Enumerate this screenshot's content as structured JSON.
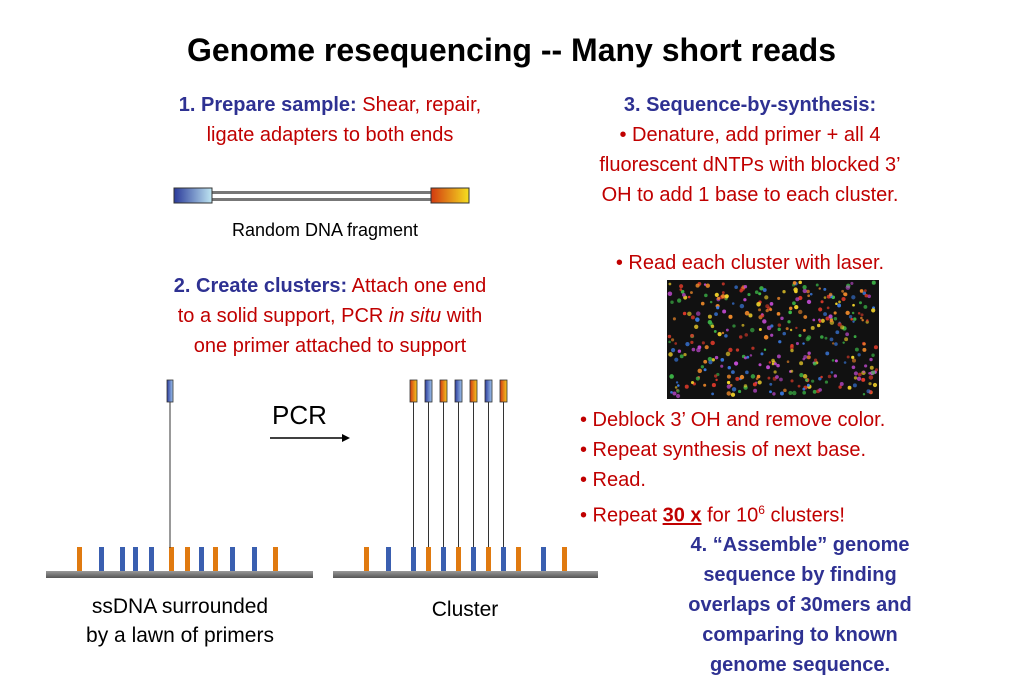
{
  "title": "Genome resequencing -- Many short reads",
  "step1": {
    "heading": "1. Prepare sample:",
    "text_line1": " Shear, repair,",
    "text_line2": "ligate adapters to both ends"
  },
  "fragment_caption": "Random DNA fragment",
  "step2": {
    "heading": "2. Create clusters:",
    "text_a": " Attach one end",
    "text_b": "to a solid support, PCR ",
    "text_italic": "in situ",
    "text_c": " with",
    "text_d": "one primer attached to support"
  },
  "pcr_label": "PCR",
  "lawn_caption_line1": "ssDNA surrounded",
  "lawn_caption_line2": "by a lawn of primers",
  "cluster_caption": "Cluster",
  "step3": {
    "heading": "3. Sequence-by-synthesis:",
    "line1": "• Denature, add primer + all 4",
    "line2": "fluorescent dNTPs with blocked 3’",
    "line3": "OH to add 1 base to each cluster.",
    "read_line": "• Read each cluster with laser.",
    "deblock": "• Deblock 3’ OH and remove color.",
    "repeat_synth": "• Repeat synthesis of next base.",
    "read2": "• Read.",
    "repeat_a": "• Repeat ",
    "repeat_bold": "30 x",
    "repeat_b": " for 10",
    "repeat_sup": "6",
    "repeat_c": " clusters!"
  },
  "step4": {
    "line1": "4. “Assemble” genome",
    "line2": "sequence by finding",
    "line3": "overlaps of 30mers and",
    "line4": "comparing to known",
    "line5": "genome sequence."
  },
  "colors": {
    "heading": "#2e3192",
    "body_red": "#c00000",
    "primer_blue": "#3a5fb0",
    "primer_orange": "#e07a10"
  }
}
